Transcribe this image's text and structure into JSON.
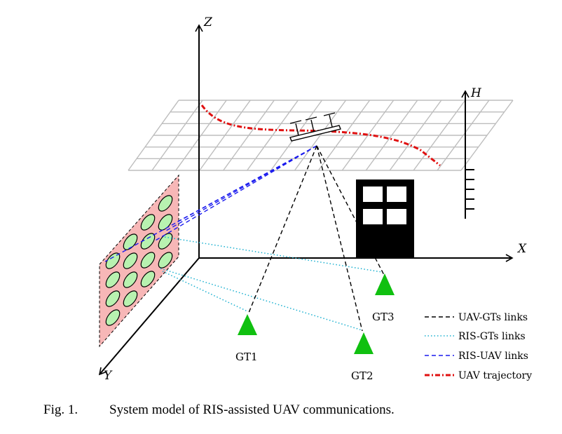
{
  "axes": {
    "z": "Z",
    "x": "X",
    "y": "Y",
    "h": "H"
  },
  "ground_terminals": [
    "GT1",
    "GT2",
    "GT3"
  ],
  "legend": [
    {
      "label": "UAV-GTs links",
      "style": "black-dashed"
    },
    {
      "label": "RIS-GTs links",
      "style": "cyan-dotted"
    },
    {
      "label": "RIS-UAV links",
      "style": "blue-dashed"
    },
    {
      "label": "UAV trajectory",
      "style": "red-dashdot"
    }
  ],
  "caption": {
    "number": "Fig. 1.",
    "text": "System model of RIS-assisted UAV communications."
  },
  "colors": {
    "uav_gt": "#000000",
    "ris_gt": "#1ab0d0",
    "ris_uav": "#1a1aee",
    "trajectory": "#e01010",
    "ris_panel": "#f7b7b7",
    "ris_element": "#b8f2b0",
    "gt": "#10c010",
    "grid": "#bdbdbd"
  }
}
